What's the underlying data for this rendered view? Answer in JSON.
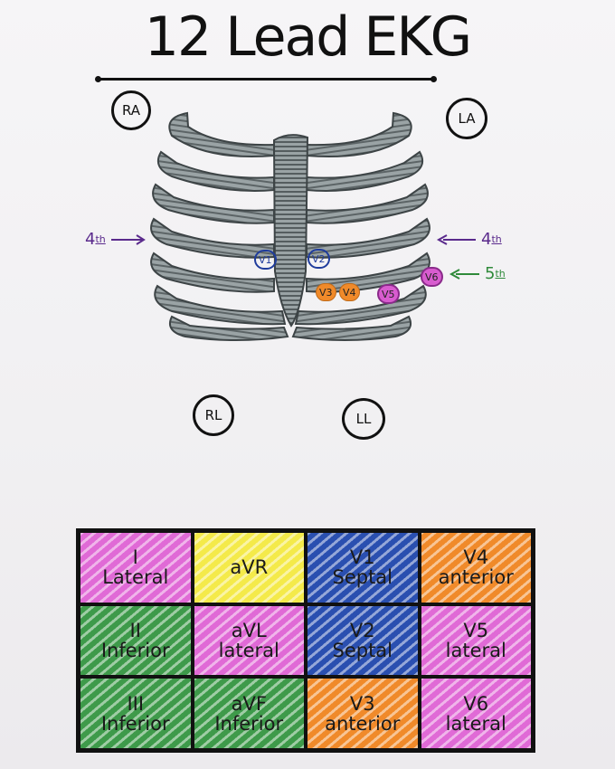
{
  "title": "12 Lead EKG",
  "limb_leads": {
    "ra": "RA",
    "la": "LA",
    "rl": "RL",
    "ll": "LL"
  },
  "markers": {
    "left_4th": "4",
    "right_4th": "4",
    "right_5th": "5",
    "suffix": "th"
  },
  "chest_leads": [
    {
      "label": "V1",
      "color": "#1f3c9c"
    },
    {
      "label": "V2",
      "color": "#1f3c9c"
    },
    {
      "label": "V3",
      "color": "#f08a2a"
    },
    {
      "label": "V4",
      "color": "#f08a2a"
    },
    {
      "label": "V5",
      "color": "#d85ccf"
    },
    {
      "label": "V6",
      "color": "#d85ccf"
    }
  ],
  "colors": {
    "purple": "#5a2a8c",
    "green_arrow": "#2f8a3a",
    "rib_fill": "#7f8a8c",
    "lateral": "#e06ad6",
    "inferior": "#3e9a4a",
    "septal": "#2a4fb0",
    "anterior": "#f08a2a",
    "avr": "#f4ea4a"
  },
  "table": [
    [
      {
        "l1": "I",
        "l2": "Lateral",
        "color": "#e06ad6"
      },
      {
        "l1": "aVR",
        "l2": "",
        "color": "#f4ea4a"
      },
      {
        "l1": "V1",
        "l2": "Septal",
        "color": "#2a4fb0"
      },
      {
        "l1": "V4",
        "l2": "anterior",
        "color": "#f08a2a"
      }
    ],
    [
      {
        "l1": "II",
        "l2": "Inferior",
        "color": "#3e9a4a"
      },
      {
        "l1": "aVL",
        "l2": "lateral",
        "color": "#e06ad6"
      },
      {
        "l1": "V2",
        "l2": "Septal",
        "color": "#2a4fb0"
      },
      {
        "l1": "V5",
        "l2": "lateral",
        "color": "#e06ad6"
      }
    ],
    [
      {
        "l1": "III",
        "l2": "Inferior",
        "color": "#3e9a4a"
      },
      {
        "l1": "aVF",
        "l2": "Inferior",
        "color": "#3e9a4a"
      },
      {
        "l1": "V3",
        "l2": "anterior",
        "color": "#f08a2a"
      },
      {
        "l1": "V6",
        "l2": "lateral",
        "color": "#e06ad6"
      }
    ]
  ]
}
